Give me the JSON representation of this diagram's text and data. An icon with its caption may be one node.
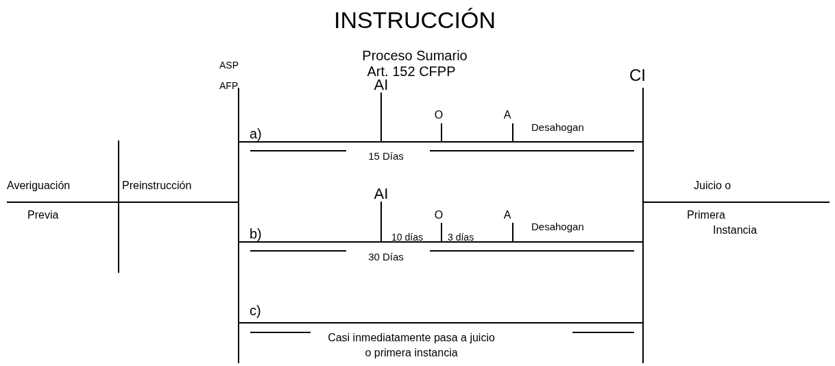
{
  "diagram": {
    "title": "INSTRUCCIÓN",
    "labels": [
      "Proceso Sumario",
      "Art. 152 CFPP",
      "ASP",
      "AFP",
      "AI",
      "CI",
      "O",
      "A",
      "Desahogan",
      "a)",
      "15 Días",
      "Averiguación",
      "Preinstrucción",
      "Juicio o",
      "AI",
      "Previa",
      "O",
      "A",
      "Primera",
      "Desahogan",
      "b)",
      "10 días",
      "3 días",
      "Instancia",
      "30 Días",
      "c)",
      "Casi inmediatamente pasa a juicio",
      "o primera instancia"
    ]
  }
}
